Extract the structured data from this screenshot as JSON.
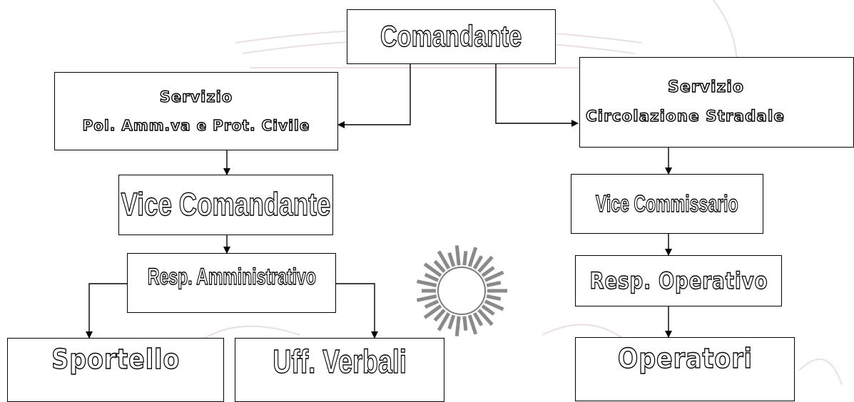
{
  "boxes": {
    "comandante": "Comandante",
    "servizio_pa": {
      "line1": "Servizio",
      "line2": "Pol. Amm.va e Prot. Civile"
    },
    "servizio_cs": {
      "line1": "Servizio",
      "line2": "Circolazione Stradale"
    },
    "vice_comandante": "Vice Comandante",
    "vice_commissario": "Vice Commissario",
    "resp_amministrativo": "Resp. Amministrativo",
    "resp_operativo": "Resp. Operativo",
    "sportello": "Sportello",
    "uff_verbali": "Uff. Verbali",
    "operatori": "Operatori"
  },
  "colors": {
    "line": "#000000",
    "text_fill": "#ffffff",
    "watermark": "#e8dcdc",
    "sun": "#8a8a8a"
  }
}
